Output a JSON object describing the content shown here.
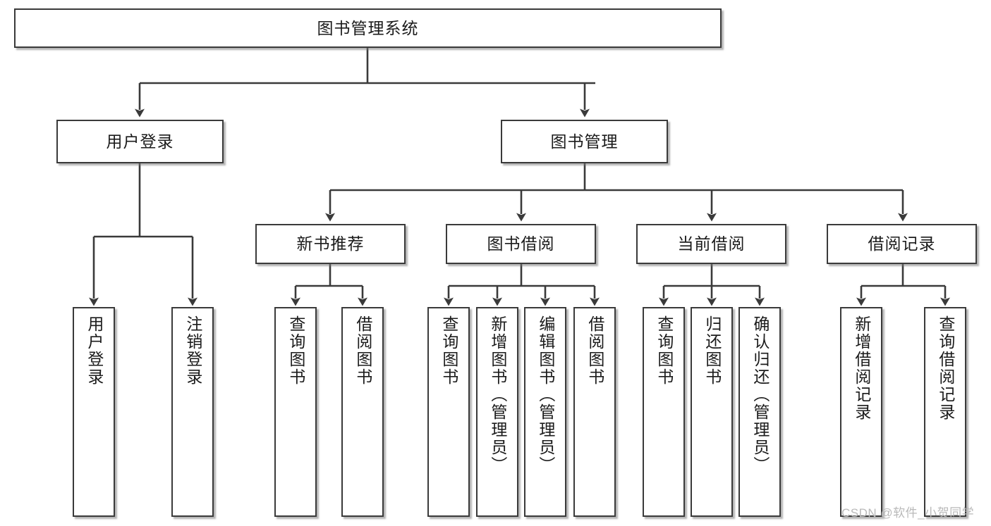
{
  "diagram": {
    "type": "tree",
    "title": "图书管理系统",
    "root": {
      "label": "图书管理系统"
    },
    "level1": [
      {
        "label": "用户登录"
      },
      {
        "label": "图书管理"
      }
    ],
    "level2": [
      {
        "label": "新书推荐"
      },
      {
        "label": "图书借阅"
      },
      {
        "label": "当前借阅"
      },
      {
        "label": "借阅记录"
      }
    ],
    "leaves": {
      "user_login": [
        {
          "label": "用户登录"
        },
        {
          "label": "注销登录"
        }
      ],
      "new_book_recommend": [
        {
          "label": "查询图书"
        },
        {
          "label": "借阅图书"
        }
      ],
      "book_borrow": [
        {
          "label": "查询图书"
        },
        {
          "label": "新增图书（管理员）"
        },
        {
          "label": "编辑图书（管理员）"
        },
        {
          "label": "借阅图书"
        }
      ],
      "current_borrow": [
        {
          "label": "查询图书"
        },
        {
          "label": "归还图书"
        },
        {
          "label": "确认归还（管理员）"
        }
      ],
      "borrow_record": [
        {
          "label": "新增借阅记录"
        },
        {
          "label": "查询借阅记录"
        }
      ]
    }
  },
  "watermark": {
    "text": "CSDN @软件_小贺同学"
  },
  "colors": {
    "box_border": "#3a3a3a",
    "box_fill": "#ffffff",
    "text": "#1b1b1b",
    "connector": "#3a3a3a",
    "watermark": "#b9b9b9"
  }
}
